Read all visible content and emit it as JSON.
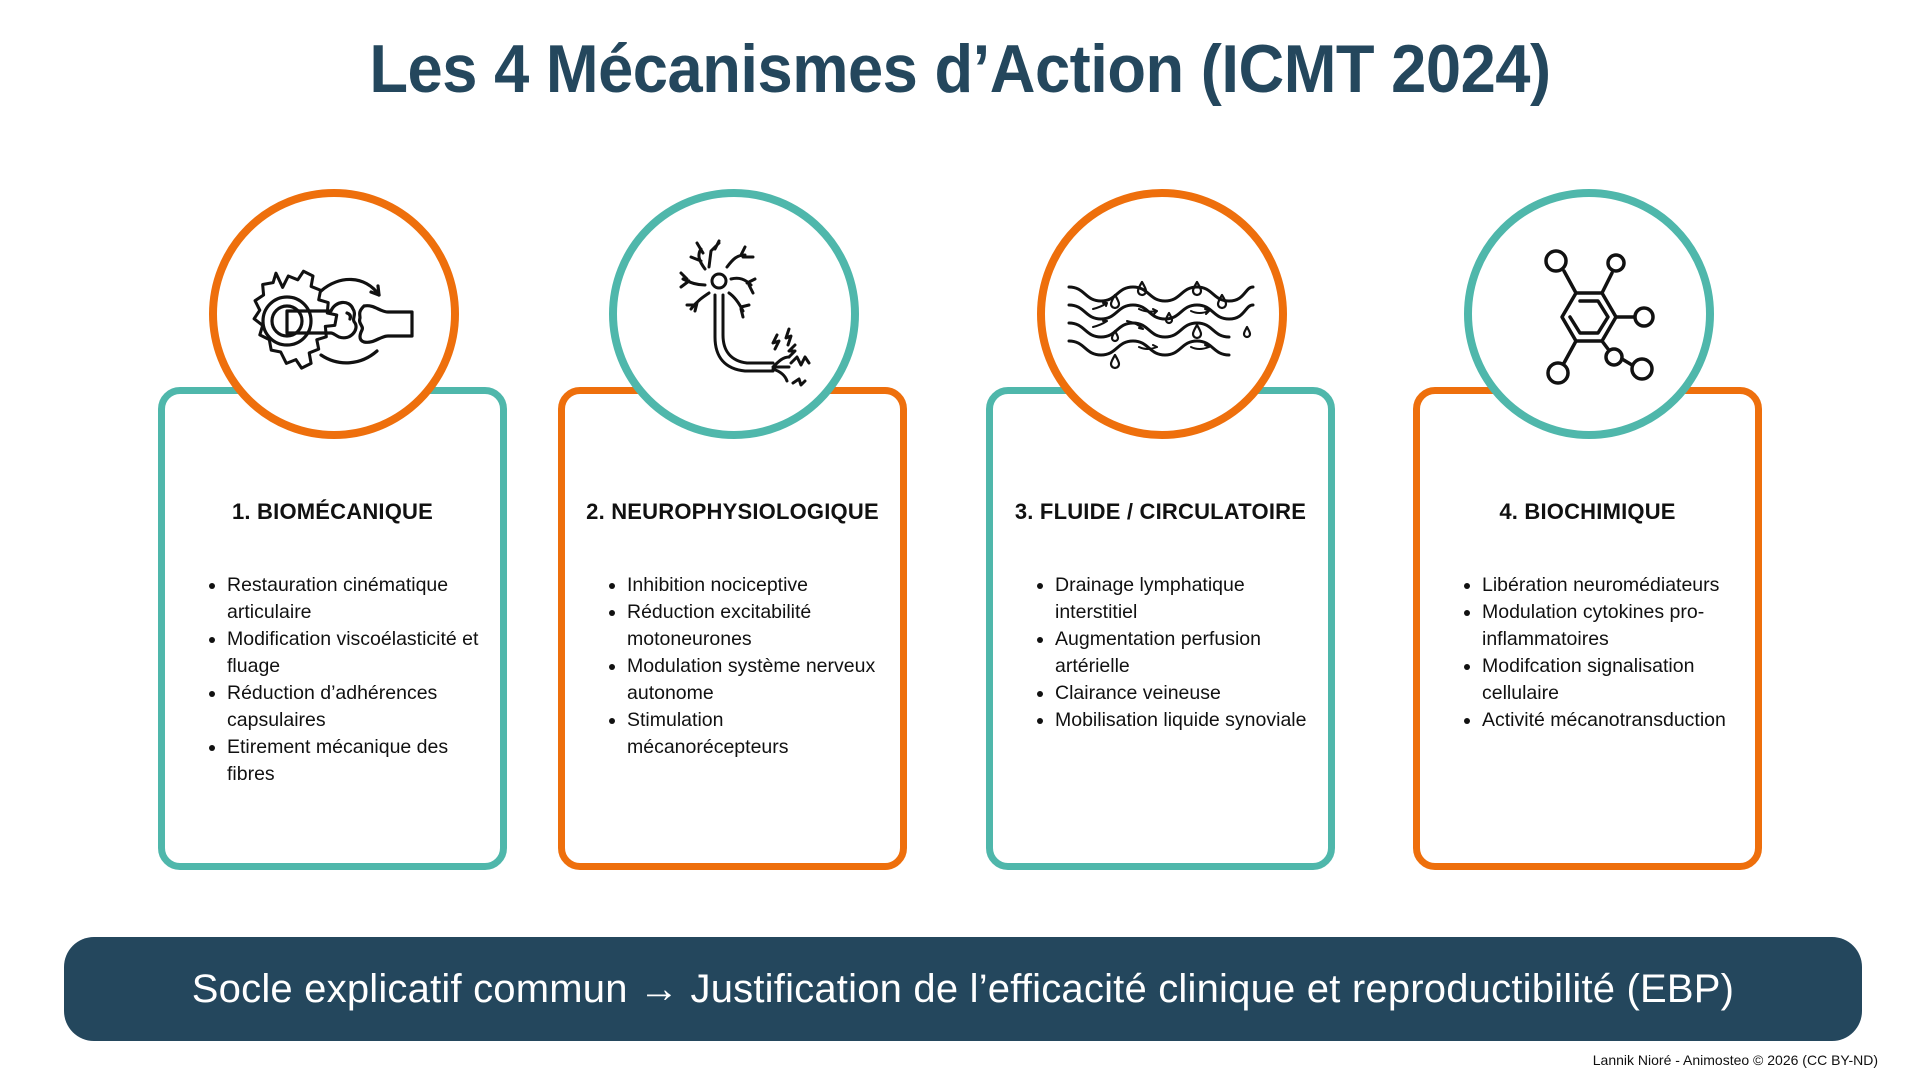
{
  "title": "Les 4 Mécanismes d’Action (ICMT 2024)",
  "colors": {
    "title": "#24475d",
    "teal": "#4fb7ab",
    "orange": "#ee6f0c",
    "banner_bg": "#24475d",
    "banner_text": "#ffffff"
  },
  "mechanisms": [
    {
      "number": 1,
      "title": "1. BIOMÉCANIQUE",
      "icon": "gear-bone-joint-icon",
      "circle_color": "orange",
      "card_color": "teal",
      "items": [
        "Restauration cinématique articulaire",
        "Modification viscoélasticité et fluage",
        "Réduction d’adhérences capsulaires",
        "Etirement mécanique des fibres"
      ]
    },
    {
      "number": 2,
      "title": "2. NEUROPHYSIOLOGIQUE",
      "icon": "neuron-icon",
      "circle_color": "teal",
      "card_color": "orange",
      "items": [
        "Inhibition nociceptive",
        "Réduction excitabilité motoneurones",
        "Modulation système nerveux autonome",
        "Stimulation mécanorécepteurs"
      ]
    },
    {
      "number": 3,
      "title": "3. FLUIDE / CIRCULATOIRE",
      "icon": "fluid-waves-drops-icon",
      "circle_color": "orange",
      "card_color": "teal",
      "items": [
        "Drainage lymphatique interstitiel",
        "Augmentation perfusion artérielle",
        "Clairance veineuse",
        "Mobilisation liquide synoviale"
      ]
    },
    {
      "number": 4,
      "title": "4. BIOCHIMIQUE",
      "icon": "molecule-icon",
      "circle_color": "teal",
      "card_color": "orange",
      "items": [
        "Libération neuromédiateurs",
        "Modulation cytokines pro-inflammatoires",
        "Modifcation signalisation cellulaire",
        "Activité mécanotransduction"
      ]
    }
  ],
  "banner": {
    "text": "Socle explicatif commun → Justification de l’efficacité clinique et reproductibilité (EBP)"
  },
  "footer": {
    "credit": "Lannik Nioré - Animosteo © 2026 (CC BY-ND)"
  }
}
